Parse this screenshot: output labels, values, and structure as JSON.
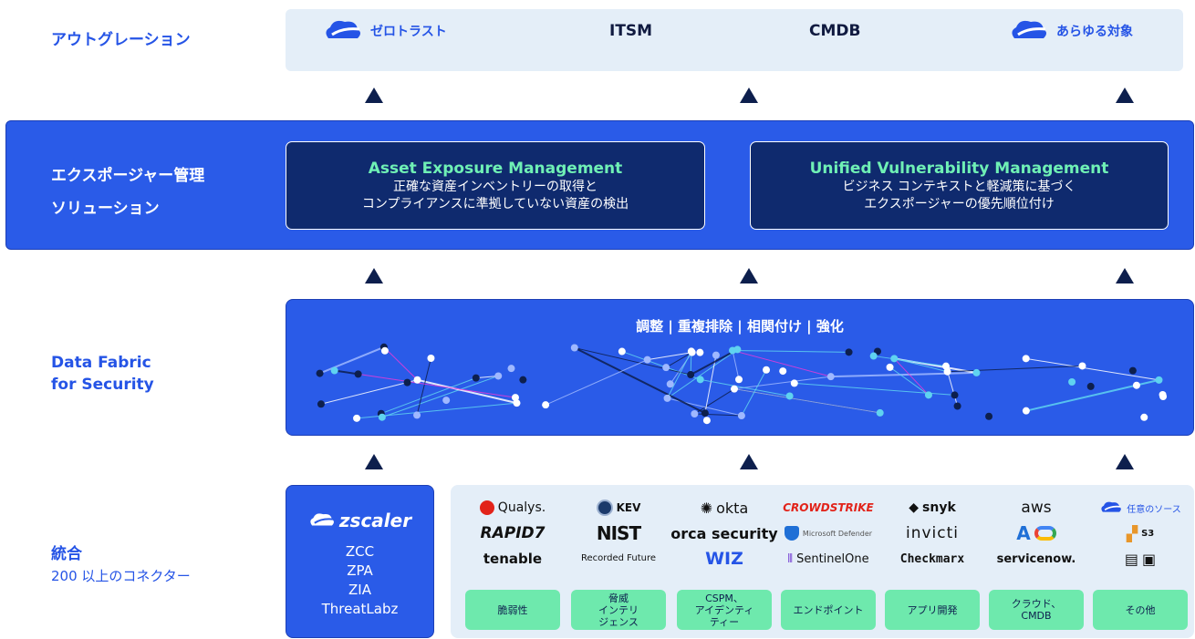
{
  "rows": {
    "outgoing": "アウトグレーション",
    "exposure_line1": "エクスポージャー管理",
    "exposure_line2": "ソリューション",
    "fabric_line1": "Data Fabric",
    "fabric_line2": "for Security",
    "integration": "統合",
    "integration_sub": "200 以上のコネクター"
  },
  "outgoing": {
    "zero_trust": "ゼロトラスト",
    "itsm": "ITSM",
    "cmdb": "CMDB",
    "anything": "あらゆる対象"
  },
  "cards": {
    "aem_title": "Asset Exposure Management",
    "aem_line1": "正確な資産インベントリーの取得と",
    "aem_line2": "コンプライアンスに準拠していない資産の検出",
    "uvm_title": "Unified Vulnerability Management",
    "uvm_line1": "ビジネス コンテキストと軽減策に基づく",
    "uvm_line2": "エクスポージャーの優先順位付け"
  },
  "fabric": {
    "title": "調整 | 重複排除 | 相関付け | 強化"
  },
  "zscaler": {
    "logo": "zscaler",
    "products": [
      "ZCC",
      "ZPA",
      "ZIA",
      "ThreatLabz"
    ]
  },
  "integrations": [
    {
      "logos": [
        "Qualys.",
        "RAPID7",
        "tenable"
      ],
      "category": "脆弱性"
    },
    {
      "logos": [
        "KEV",
        "NIST",
        "Recorded Future"
      ],
      "category": "脅威\nインテリ\nジェンス"
    },
    {
      "logos": [
        "okta",
        "orca security",
        "WIZ"
      ],
      "category": "CSPM、\nアイデンティ\nティー"
    },
    {
      "logos": [
        "CROWDSTRIKE",
        "Microsoft Defender",
        "SentinelOne"
      ],
      "category": "エンドポイント"
    },
    {
      "logos": [
        "snyk",
        "invicti",
        "Checkmarx"
      ],
      "category": "アプリ開発"
    },
    {
      "logos": [
        "aws",
        "",
        "servicenow."
      ],
      "category": "クラウド、\nCMDB"
    },
    {
      "logos": [
        "任意のソース",
        "S3",
        ""
      ],
      "category": "その他"
    }
  ],
  "colors": {
    "brand_blue": "#2a5be8",
    "navy": "#0f2a6e",
    "mint": "#6ee9ad",
    "pale": "#e4eef8"
  }
}
